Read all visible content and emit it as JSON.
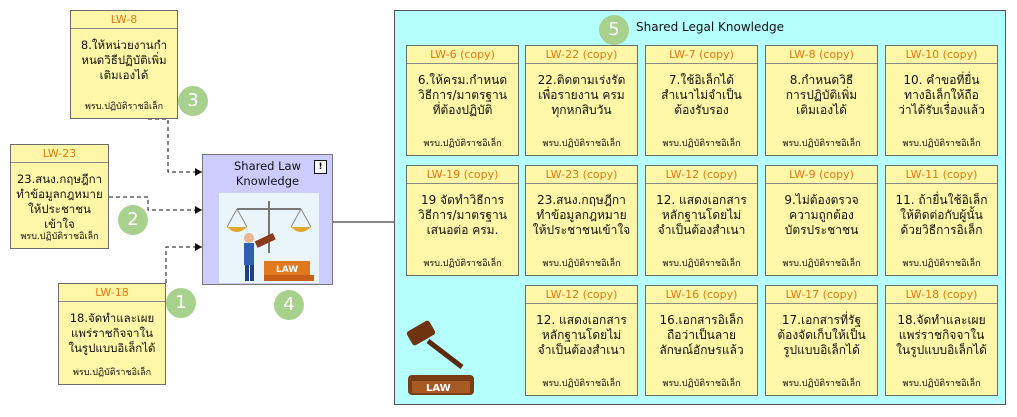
{
  "diagram": {
    "container": {
      "badge": "5",
      "title": "Shared Legal Knowledge"
    },
    "center": {
      "badge": "4",
      "title": "Shared Law\nKnowledge",
      "info_icon": "info-icon",
      "illustration_text": "LAW"
    },
    "left_notes": [
      {
        "badge": "3",
        "id": "LW-8",
        "body": "8.ให้หน่วยงานกำ\nหนดวิธีปฏิบัติเพิ่ม\nเติมเองได้",
        "foot": "พรบ.ปฏิบัติราชอิเล็ก"
      },
      {
        "badge": "2",
        "id": "LW-23",
        "body": "23.สนง.กฤษฎีกา\nทำข้อมูลกฎหมาย\nให้ประชาชนเข้าใจ",
        "foot": "พรบ.ปฏิบัติราชอิเล็ก"
      },
      {
        "badge": "1",
        "id": "LW-18",
        "body": "18.จัดทำและเผย\nแพร่ราชกิจจาใน\nในรูปแบบอิเล็กได้",
        "foot": "พรบ.ปฏิบัติราชอิเล็ก"
      }
    ],
    "copies": [
      {
        "id": "LW-6 (copy)",
        "body": "6.ให้ครม.กำหนด\nวิธีการ/มาตรฐาน\nที่ต้องปฏิบัติ",
        "foot": "พรบ.ปฏิบัติราชอิเล็ก"
      },
      {
        "id": "LW-22 (copy)",
        "body": "22.ติดตามเร่งรัด\nเพื่อรายงาน ครม\nทุกหกสิบวัน",
        "foot": "พรบ.ปฏิบัติราชอิเล็ก"
      },
      {
        "id": "LW-7 (copy)",
        "body": "7.ใช้อิเล็กได้\nสำเนาไม่จำเป็น\nต้องรับรอง",
        "foot": "พรบ.ปฏิบัติราชอิเล็ก"
      },
      {
        "id": "LW-8 (copy)",
        "body": "8.กำหนดวิธี\nการปฏิบัติเพิ่ม\nเติมเองได้",
        "foot": "พรบ.ปฏิบัติราชอิเล็ก"
      },
      {
        "id": "LW-10 (copy)",
        "body": "10. คำขอที่ยื่น\nทางอิเล็กให้ถือ\nว่าได้รับเรื่องแล้ว",
        "foot": "พรบ.ปฏิบัติราชอิเล็ก"
      },
      {
        "id": "LW-19 (copy)",
        "body": "19 จัดทำวิธีการ\nวิธีการ/มาตรฐาน\nเสนอต่อ ครม.",
        "foot": "พรบ.ปฏิบัติราชอิเล็ก"
      },
      {
        "id": "LW-23 (copy)",
        "body": "23.สนง.กฤษฎีกา\nทำข้อมูลกฎหมาย\nให้ประชาชนเข้าใจ",
        "foot": "พรบ.ปฏิบัติราชอิเล็ก"
      },
      {
        "id": "LW-12 (copy)",
        "body": "12. แสดงเอกสาร\nหลักฐานโดยไม่\nจำเป็นต้องสำเนา",
        "foot": "พรบ.ปฏิบัติราชอิเล็ก"
      },
      {
        "id": "LW-9 (copy)",
        "body": "9.ไม่ต้องตรวจ\nความถูกต้อง\nบัตรประชาชน",
        "foot": "พรบ.ปฏิบัติราชอิเล็ก"
      },
      {
        "id": "LW-11 (copy)",
        "body": "11. ถ้ายื่นใช้อิเล็ก\nให้ติดต่อกับผู้นั้น\nด้วยวิธีการอิเล็ก",
        "foot": "พรบ.ปฏิบัติราชอิเล็ก"
      },
      {
        "id": "LW-12 (copy)",
        "body": "12. แสดงเอกสาร\nหลักฐานโดยไม่\nจำเป็นต้องสำเนา",
        "foot": "พรบ.ปฏิบัติราชอิเล็ก"
      },
      {
        "id": "LW-16 (copy)",
        "body": "16.เอกสารอิเล็ก\nถือว่าเป็นลาย\nลักษณ์อักษรแล้ว",
        "foot": "พรบ.ปฏิบัติราชอิเล็ก"
      },
      {
        "id": "LW-17 (copy)",
        "body": "17.เอกสารที่รัฐ\nต้องจัดเก็บให้เป็น\nรูปแบบอิเล็กได้",
        "foot": "พรบ.ปฏิบัติราชอิเล็ก"
      },
      {
        "id": "LW-18 (copy)",
        "body": "18.จัดทำและเผย\nแพร่ราชกิจจาใน\nในรูปแบบอิเล็กได้",
        "foot": "พรบ.ปฏิบัติราชอิเล็ก"
      }
    ],
    "gavel_text": "LAW",
    "colors": {
      "note_fill": "#fff7a8",
      "id_text": "#e07a10",
      "container_fill": "#b5ffff",
      "center_fill": "#ccccff",
      "badge": "#a8d18d"
    }
  }
}
